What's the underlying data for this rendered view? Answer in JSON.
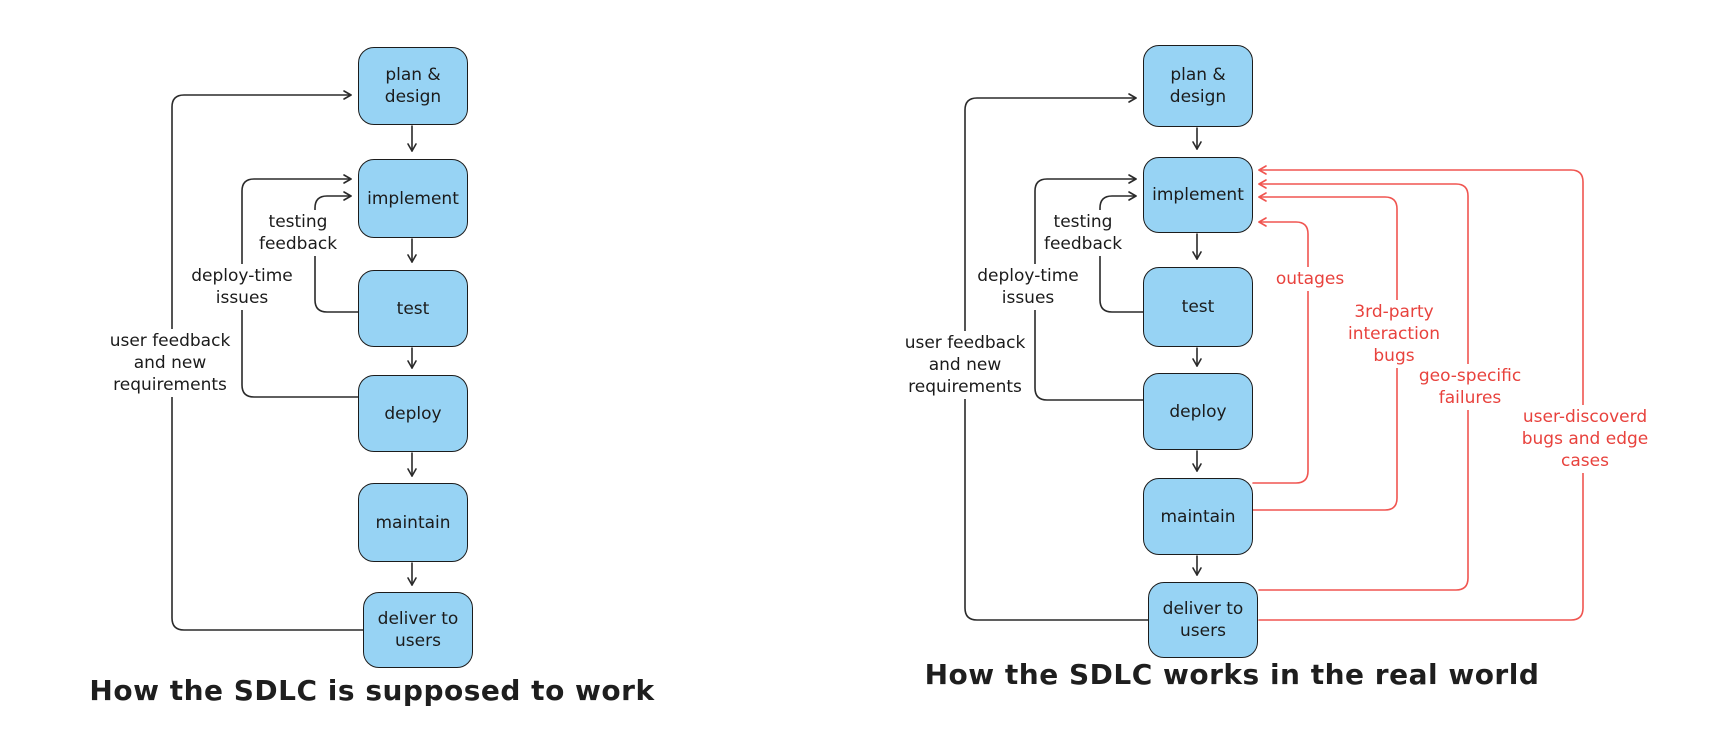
{
  "colors": {
    "node_fill": "#97d3f4",
    "node_stroke": "#1c1c1c",
    "line_black": "#2a2a2a",
    "line_red": "#f05550",
    "label_red": "#e8423d",
    "background": "#ffffff"
  },
  "left_diagram": {
    "title": "How the SDLC is supposed to work",
    "nodes": {
      "plan": "plan &\ndesign",
      "implement": "implement",
      "test": "test",
      "deploy": "deploy",
      "maintain": "maintain",
      "deliver": "deliver to\nusers"
    },
    "edge_labels": {
      "testing_feedback": "testing\nfeedback",
      "deploy_time_issues": "deploy-time\nissues",
      "user_feedback": "user feedback\nand new\nrequirements"
    }
  },
  "right_diagram": {
    "title": "How the SDLC works in the real world",
    "nodes": {
      "plan": "plan &\ndesign",
      "implement": "implement",
      "test": "test",
      "deploy": "deploy",
      "maintain": "maintain",
      "deliver": "deliver to\nusers"
    },
    "edge_labels": {
      "testing_feedback": "testing\nfeedback",
      "deploy_time_issues": "deploy-time\nissues",
      "user_feedback": "user feedback\nand new\nrequirements"
    },
    "failure_labels": {
      "outages": "outages",
      "third_party": "3rd-party\ninteraction\nbugs",
      "geo_specific": "geo-specific\nfailures",
      "user_discovered": "user-discoverd\nbugs and edge cases"
    }
  }
}
